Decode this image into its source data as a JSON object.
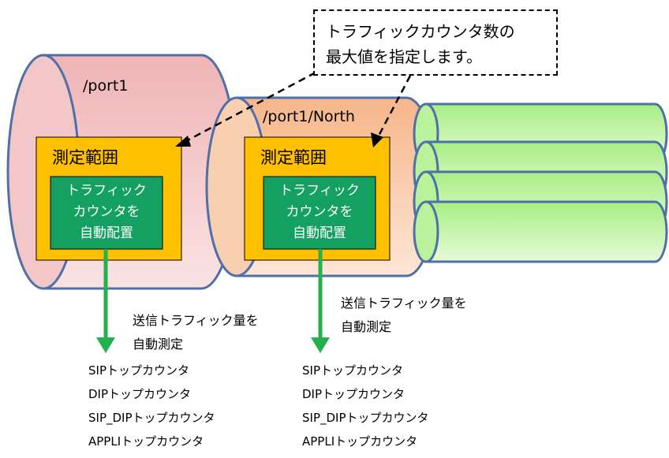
{
  "callout": {
    "line1": "トラフィックカウンタ数の",
    "line2": "最大値を指定します。"
  },
  "left_group": {
    "port_label": "/port1",
    "range_label": "測定範囲",
    "inner": [
      "トラフィック",
      "カウンタを",
      "自動配置"
    ],
    "caption": [
      "送信トラフィック量を",
      "自動測定"
    ],
    "counters": [
      "SIPトップカウンタ",
      "DIPトップカウンタ",
      "SIP_DIPトップカウンタ",
      "APPLIトップカウンタ"
    ]
  },
  "right_group": {
    "port_label": "/port1/North",
    "range_label": "測定範囲",
    "inner": [
      "トラフィック",
      "カウンタを",
      "自動配置"
    ],
    "caption": [
      "送信トラフィック量を",
      "自動測定"
    ],
    "counters": [
      "SIPトップカウンタ",
      "DIPトップカウンタ",
      "SIP_DIPトップカウンタ",
      "APPLIトップカウンタ"
    ]
  },
  "colors": {
    "port1_fill": "#f5c8c8",
    "north_fill": "#fbd7bd",
    "cylinder_stroke": "#4f6fa8",
    "tube_fill": "#ccf7b0",
    "range_fill": "#ffc000",
    "inner_fill": "#13a060",
    "arrow_green": "#23b14d"
  }
}
